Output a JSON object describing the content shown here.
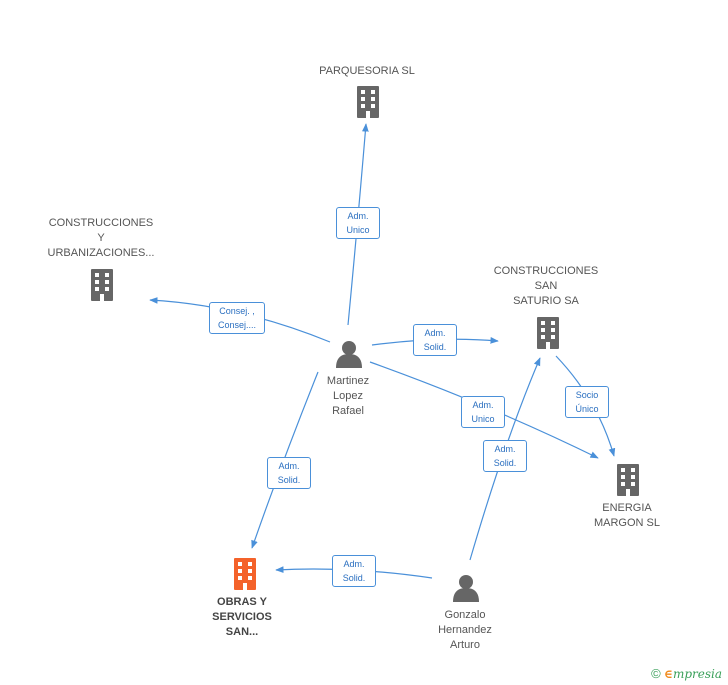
{
  "colors": {
    "edge": "#4a90d9",
    "company": "#666666",
    "focus_company": "#f4622a",
    "person": "#666666"
  },
  "nodes": {
    "parquesoria": {
      "label": "PARQUESORIA SL",
      "icon": "building-icon"
    },
    "construcciones_urb": {
      "label": "CONSTRUCCIONES\nY\nURBANIZACIONES...",
      "icon": "building-icon"
    },
    "construcciones_san": {
      "label": "CONSTRUCCIONES\nSAN\nSATURIO SA",
      "icon": "building-icon"
    },
    "martinez": {
      "label": "Martinez\nLopez\nRafael",
      "icon": "person-icon"
    },
    "energia": {
      "label": "ENERGIA\nMARGON SL",
      "icon": "building-icon"
    },
    "obras": {
      "label": "OBRAS Y\nSERVICIOS\nSAN...",
      "icon": "building-icon"
    },
    "gonzalo": {
      "label": "Gonzalo\nHernandez\nArturo",
      "icon": "person-icon"
    }
  },
  "edges": {
    "martinez_parquesoria": "Adm.\nUnico",
    "martinez_construcciones_urb": "Consej. ,\nConsej....",
    "martinez_construcciones_san": "Adm.\nSolid.",
    "martinez_energia": "Adm.\nUnico",
    "martinez_obras": "Adm.\nSolid.",
    "gonzalo_construcciones_san": "Adm.\nSolid.",
    "gonzalo_obras": "Adm.\nSolid.",
    "construcciones_san_energia": "Socio\nÚnico"
  },
  "watermark": {
    "symbol": "©",
    "e": "∈",
    "brand": "mpresia"
  }
}
